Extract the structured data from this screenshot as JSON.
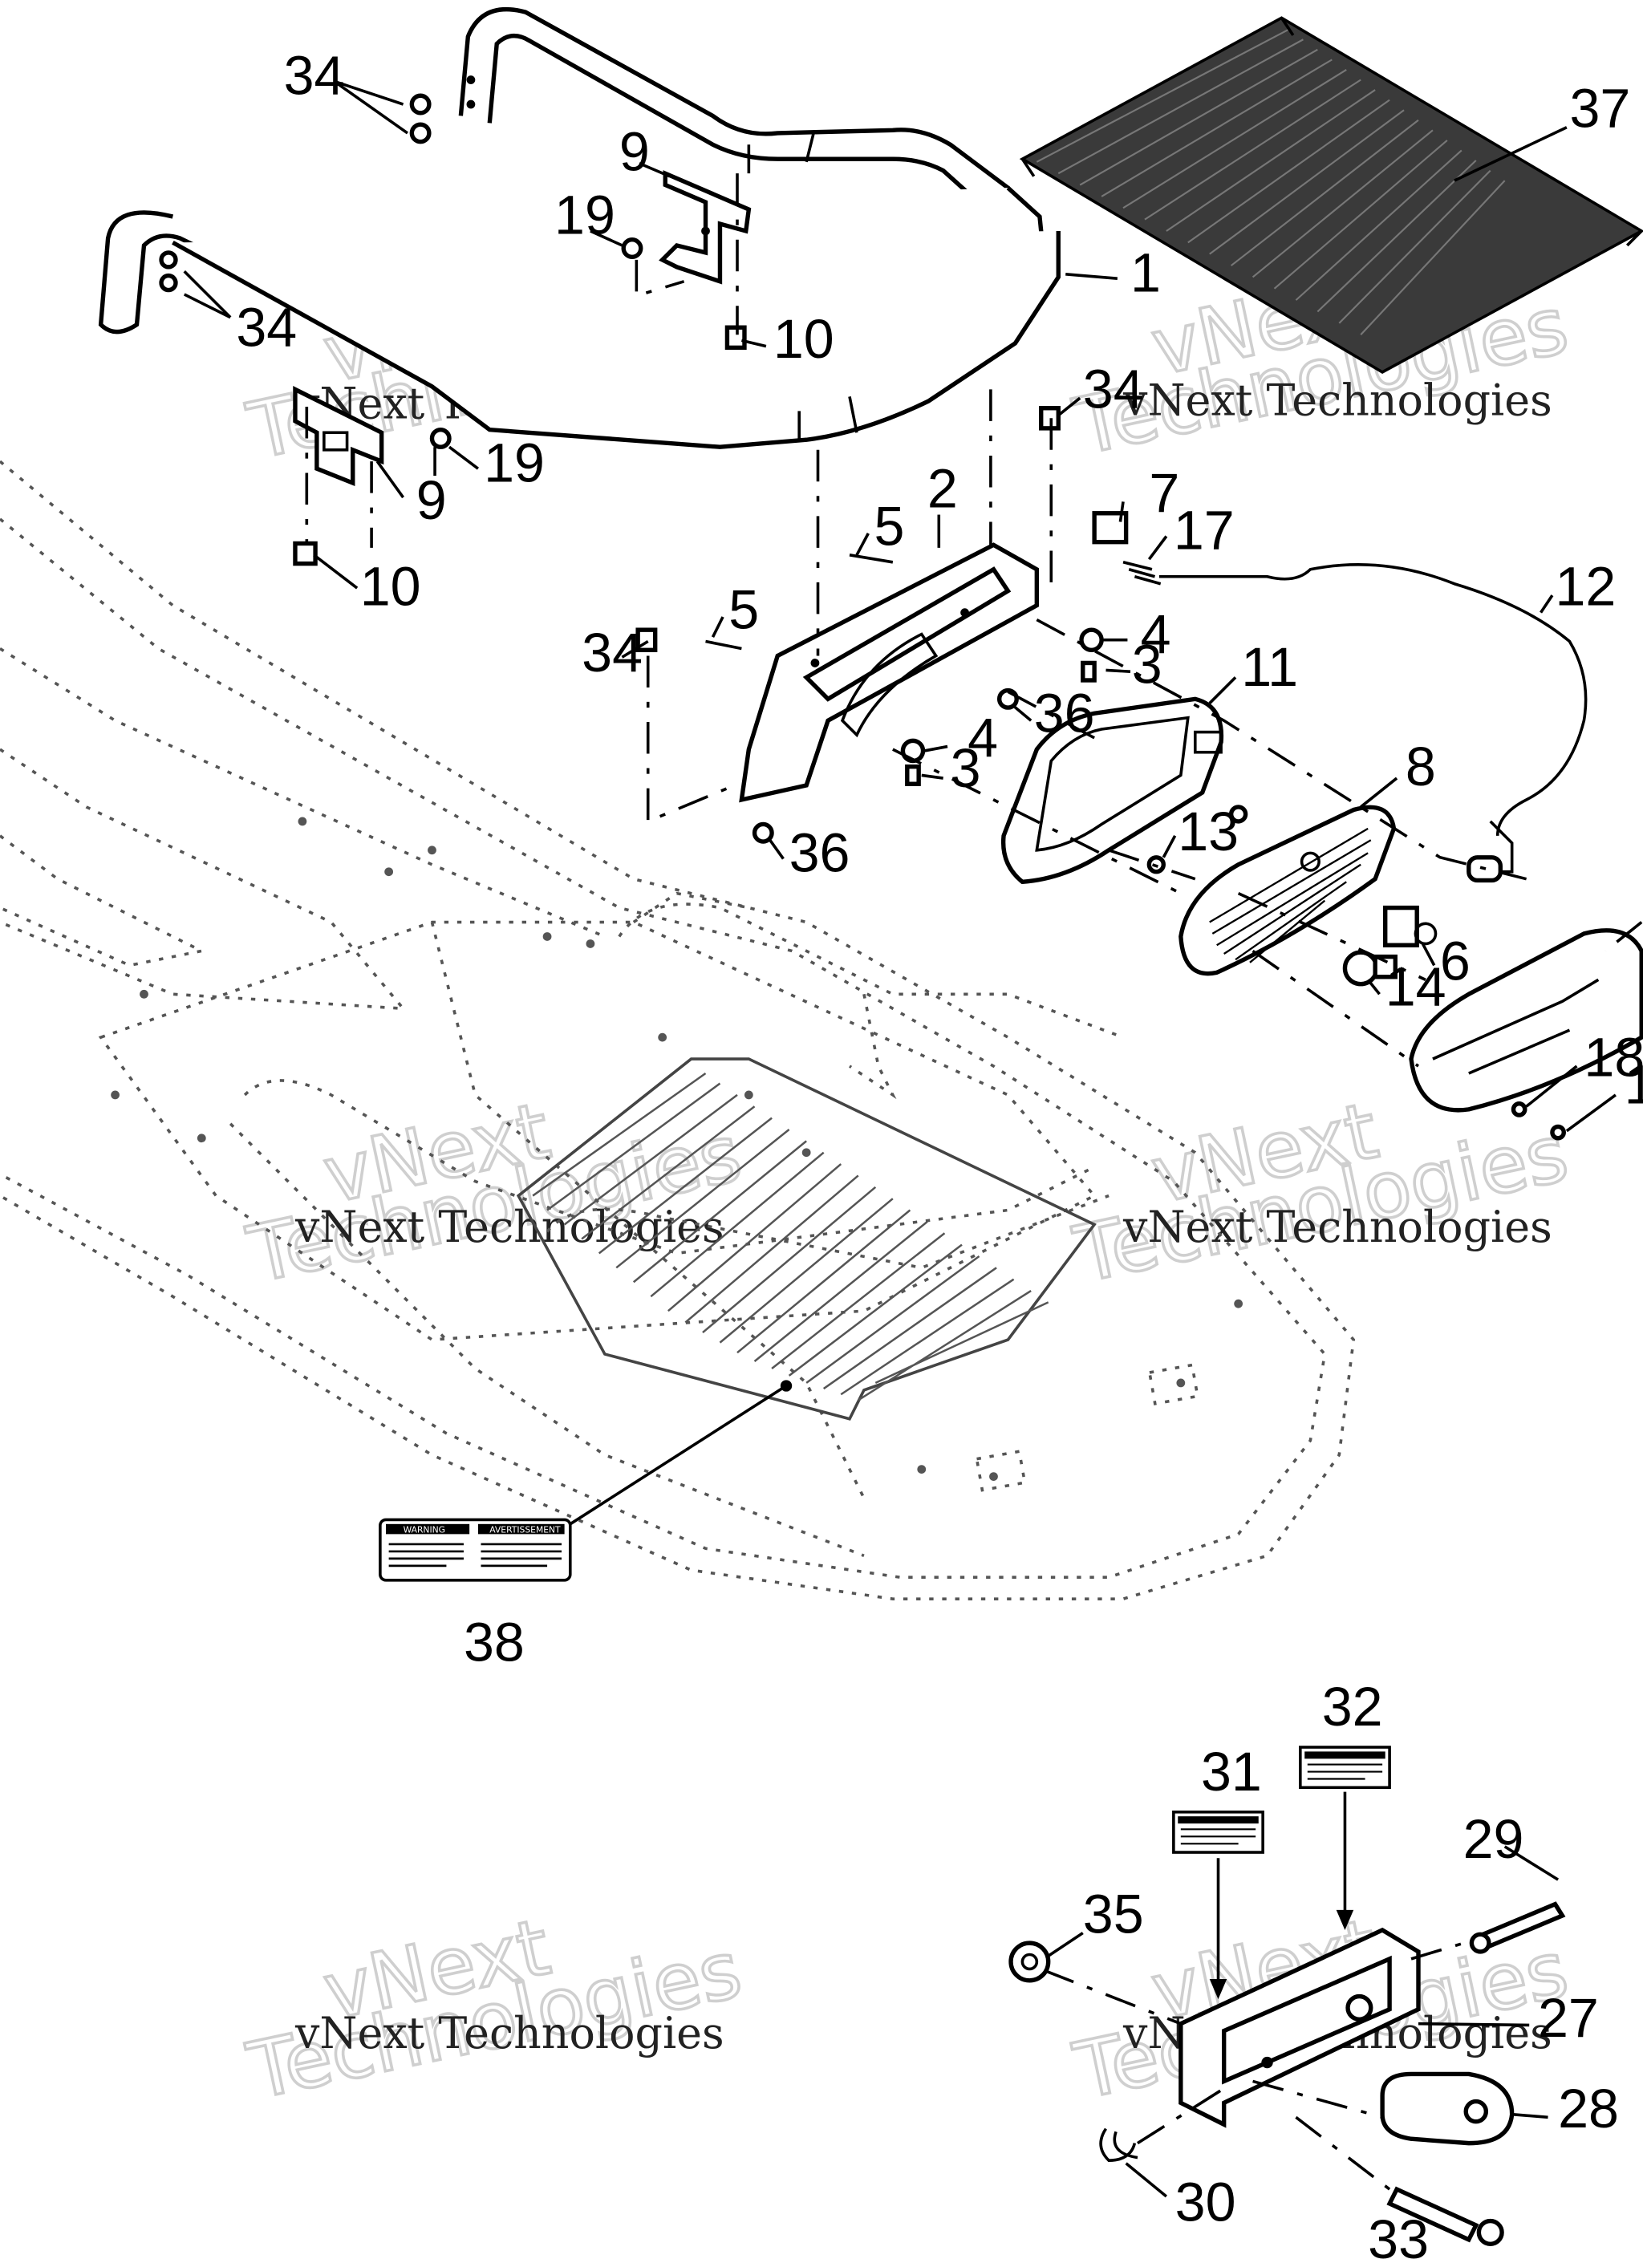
{
  "callouts": [
    {
      "id": "34a",
      "text": "34"
    },
    {
      "id": "9a",
      "text": "9"
    },
    {
      "id": "37",
      "text": "37"
    },
    {
      "id": "19a",
      "text": "19"
    },
    {
      "id": "1a",
      "text": "1"
    },
    {
      "id": "34b",
      "text": "34"
    },
    {
      "id": "10a",
      "text": "10"
    },
    {
      "id": "34c",
      "text": "34"
    },
    {
      "id": "19b",
      "text": "19"
    },
    {
      "id": "9b",
      "text": "9"
    },
    {
      "id": "2",
      "text": "2"
    },
    {
      "id": "7",
      "text": "7"
    },
    {
      "id": "5a",
      "text": "5"
    },
    {
      "id": "17",
      "text": "17"
    },
    {
      "id": "10b",
      "text": "10"
    },
    {
      "id": "12",
      "text": "12"
    },
    {
      "id": "5b",
      "text": "5"
    },
    {
      "id": "4a",
      "text": "4"
    },
    {
      "id": "34d",
      "text": "34"
    },
    {
      "id": "3a",
      "text": "3"
    },
    {
      "id": "11",
      "text": "11"
    },
    {
      "id": "36a",
      "text": "36"
    },
    {
      "id": "4b",
      "text": "4"
    },
    {
      "id": "3b",
      "text": "3"
    },
    {
      "id": "8",
      "text": "8"
    },
    {
      "id": "13",
      "text": "13"
    },
    {
      "id": "36b",
      "text": "36"
    },
    {
      "id": "6",
      "text": "6"
    },
    {
      "id": "14",
      "text": "14"
    },
    {
      "id": "18",
      "text": "18"
    },
    {
      "id": "1b",
      "text": "1"
    },
    {
      "id": "38",
      "text": "38"
    },
    {
      "id": "32",
      "text": "32"
    },
    {
      "id": "31",
      "text": "31"
    },
    {
      "id": "29",
      "text": "29"
    },
    {
      "id": "35",
      "text": "35"
    },
    {
      "id": "27",
      "text": "27"
    },
    {
      "id": "28",
      "text": "28"
    },
    {
      "id": "30",
      "text": "30"
    },
    {
      "id": "33",
      "text": "33"
    }
  ],
  "watermarks": [
    {
      "id": "w1",
      "text": "vNext Technologies"
    },
    {
      "id": "w2",
      "text": "vNext Technologies"
    },
    {
      "id": "w3",
      "text": "vNext Technologies"
    },
    {
      "id": "w4",
      "text": "vNext Technologies"
    },
    {
      "id": "w5",
      "text": "vNext Technologies"
    },
    {
      "id": "w6",
      "text": "vNext Technologies"
    }
  ],
  "warning_label": {
    "left_heading": "WARNING",
    "right_heading": "AVERTISSEMENT"
  }
}
